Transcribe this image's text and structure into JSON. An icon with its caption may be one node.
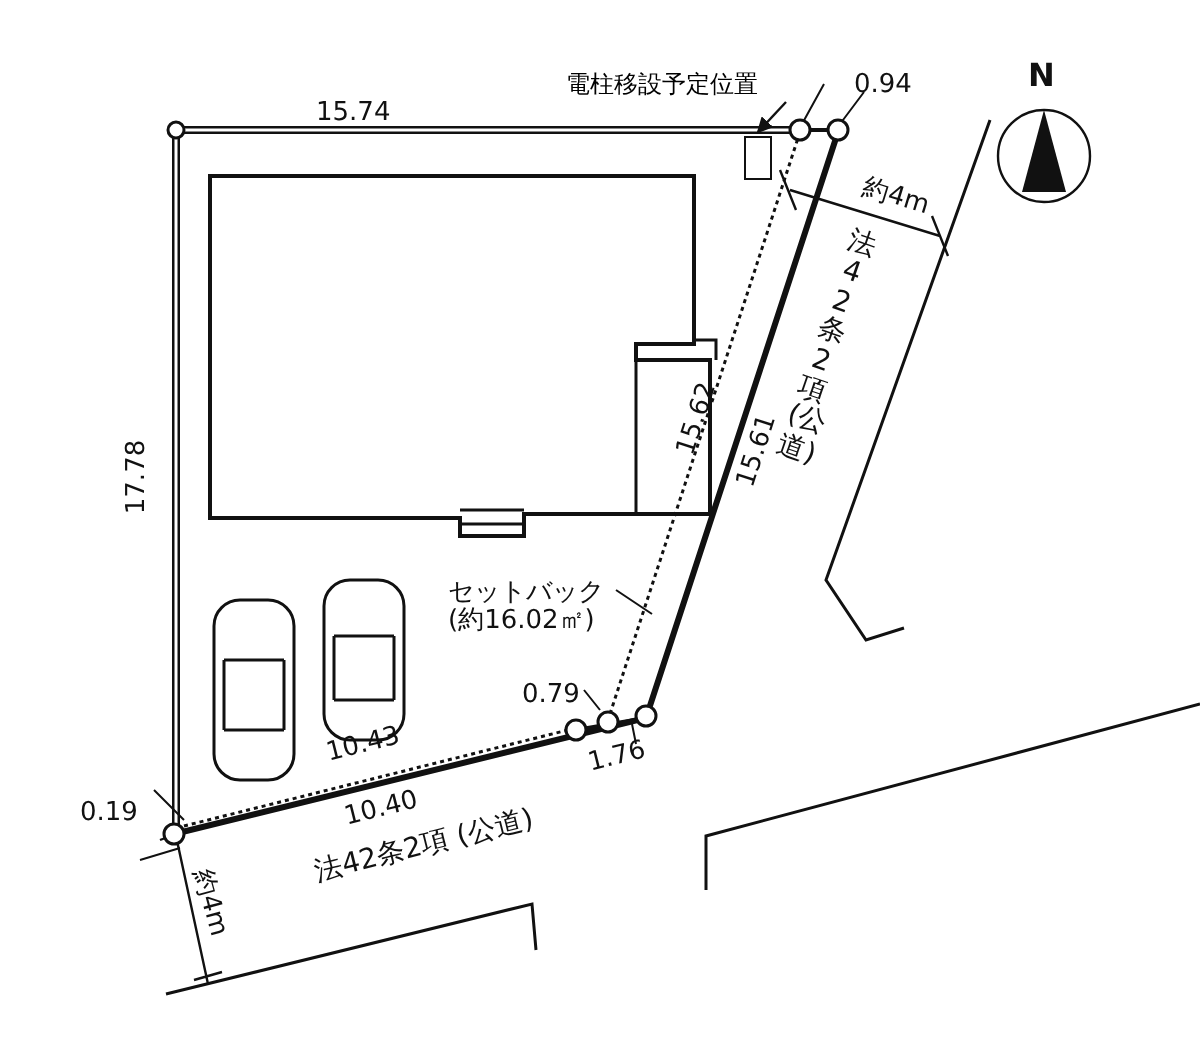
{
  "diagram": {
    "nodes": [
      {
        "text": [
          "電柱移設予定位置"
        ]
      },
      {
        "text": [],
        "shape": "box"
      }
    ],
    "edges": [
      {
        "from": 0,
        "to": 1,
        "arrow": "to"
      }
    ],
    "labels": [
      "N",
      "15.74",
      "0.94",
      "約4m",
      "法42条2項(公道)",
      "17.78",
      "15.62",
      "15.61",
      "セットバック",
      "(約16.02㎡)",
      "0.79",
      "1.76",
      "10.43",
      "10.40",
      "0.19",
      "法42条2項 (公道)",
      "約4m"
    ]
  }
}
